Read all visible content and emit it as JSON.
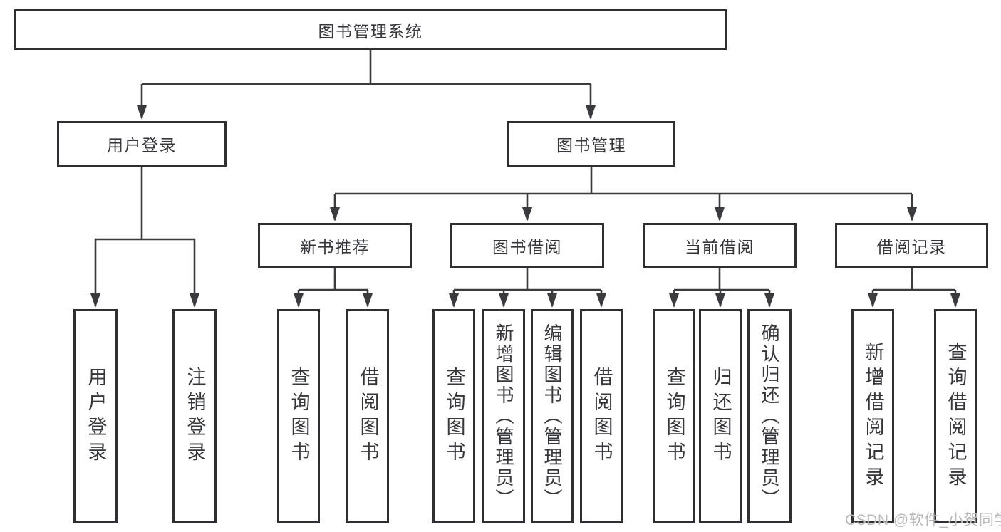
{
  "nodes": {
    "root": {
      "label": "图书管理系统"
    },
    "level2": [
      {
        "label": "用户登录"
      },
      {
        "label": "图书管理"
      }
    ],
    "level3": [
      {
        "label": "新书推荐"
      },
      {
        "label": "图书借阅"
      },
      {
        "label": "当前借阅"
      },
      {
        "label": "借阅记录"
      }
    ],
    "leaves": [
      {
        "label": "用户登录"
      },
      {
        "label": "注销登录"
      },
      {
        "label": "查询图书"
      },
      {
        "label": "借阅图书"
      },
      {
        "label": "查询图书"
      },
      {
        "label": "新增图书（管理员）"
      },
      {
        "label": "编辑图书（管理员）"
      },
      {
        "label": "借阅图书"
      },
      {
        "label": "查询图书"
      },
      {
        "label": "归还图书"
      },
      {
        "label": "确认归还（管理员）"
      },
      {
        "label": "新增借阅记录"
      },
      {
        "label": "查询借阅记录"
      }
    ]
  },
  "watermark": {
    "text": "CSDN @软件_小贺同学"
  },
  "colors": {
    "line": "#3a3b3e",
    "border": "#2e2f33",
    "text": "#36373c",
    "watermark": "#b9b9b9",
    "background": "#ffffff"
  }
}
